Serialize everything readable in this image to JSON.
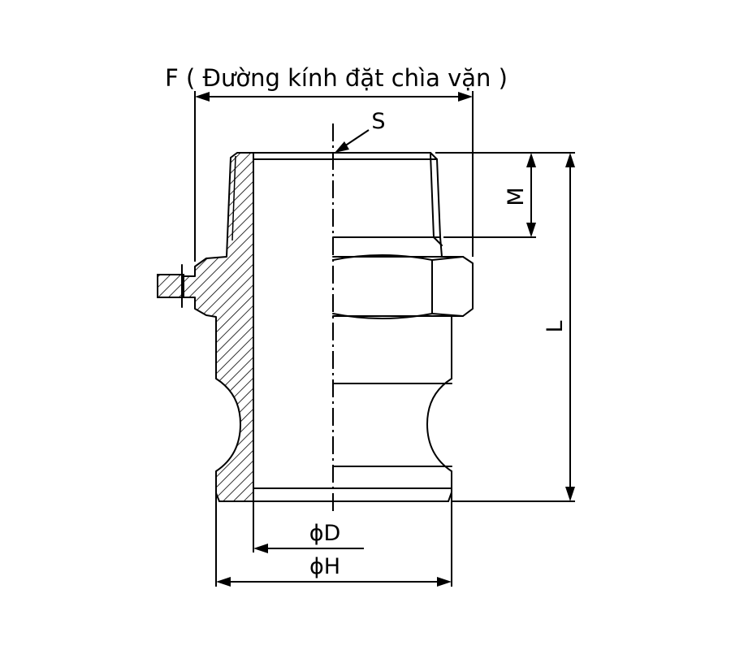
{
  "labels": {
    "f_title": "F ( Đường kính đặt chìa vặn )",
    "s": "S",
    "m": "M",
    "l": "L",
    "d": "ϕD",
    "h": "ϕH"
  }
}
